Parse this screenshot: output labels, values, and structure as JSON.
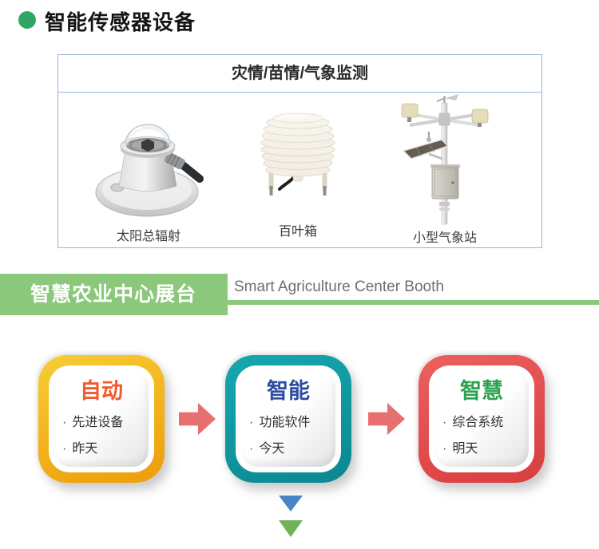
{
  "header": {
    "title": "智能传感器设备",
    "dot_color": "#2ea766"
  },
  "device_box": {
    "title": "灾情/苗情/气象监测",
    "border_color": "#9db1d3",
    "devices": [
      {
        "label": "太阳总辐射",
        "icon": "pyranometer-image"
      },
      {
        "label": "百叶箱",
        "icon": "louver-shield-image"
      },
      {
        "label": "小型气象站",
        "icon": "weather-station-image"
      }
    ]
  },
  "banner": {
    "title_cn": "智慧农业中心展台",
    "title_en": "Smart Agriculture Center Booth",
    "bar_color": "#8cc87c",
    "en_text_color": "#6d6e71"
  },
  "flow": {
    "bullet": "·",
    "cards": [
      {
        "title": "自动",
        "title_color": "#f25a2b",
        "frame_color": "#f2b01f",
        "items": [
          "先进设备",
          "昨天"
        ]
      },
      {
        "title": "智能",
        "title_color": "#2b4da0",
        "frame_color": "#0d98a0",
        "items": [
          "功能软件",
          "今天"
        ]
      },
      {
        "title": "智慧",
        "title_color": "#2ba24e",
        "frame_color": "#e14b4c",
        "items": [
          "综合系统",
          "明天"
        ]
      }
    ],
    "arrow_color": "#e7706e",
    "down_arrow_colors": [
      "#4a86c6",
      "#6fb257"
    ]
  }
}
